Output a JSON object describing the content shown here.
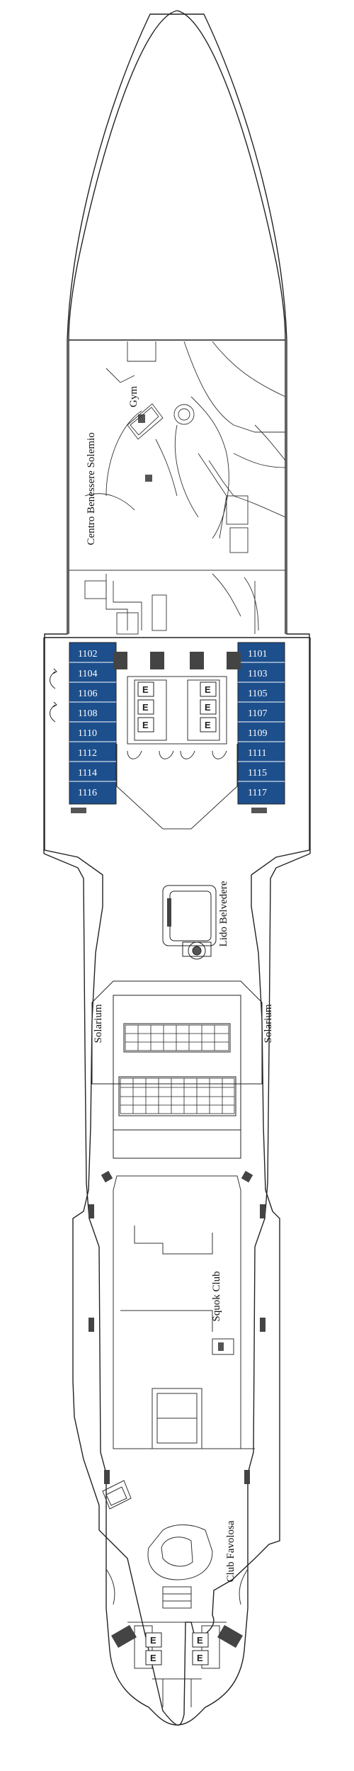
{
  "labels": {
    "gym": "Gym",
    "spa": "Centro Benessere Solemio",
    "lido": "Lido Belvedere",
    "solarium_left": "Solarium",
    "solarium_right": "Solarium",
    "squok": "Squok Club",
    "favolosa": "Club Favolosa"
  },
  "cabins": {
    "left": [
      "1102",
      "1104",
      "1106",
      "1108",
      "1110",
      "1112",
      "1114",
      "1116"
    ],
    "right": [
      "1101",
      "1103",
      "1105",
      "1107",
      "1109",
      "1111",
      "1115",
      "1117"
    ]
  },
  "elevator_label": "E",
  "colors": {
    "cabin_fill": "#1d4f8c",
    "outline": "#222222",
    "background": "#ffffff"
  }
}
